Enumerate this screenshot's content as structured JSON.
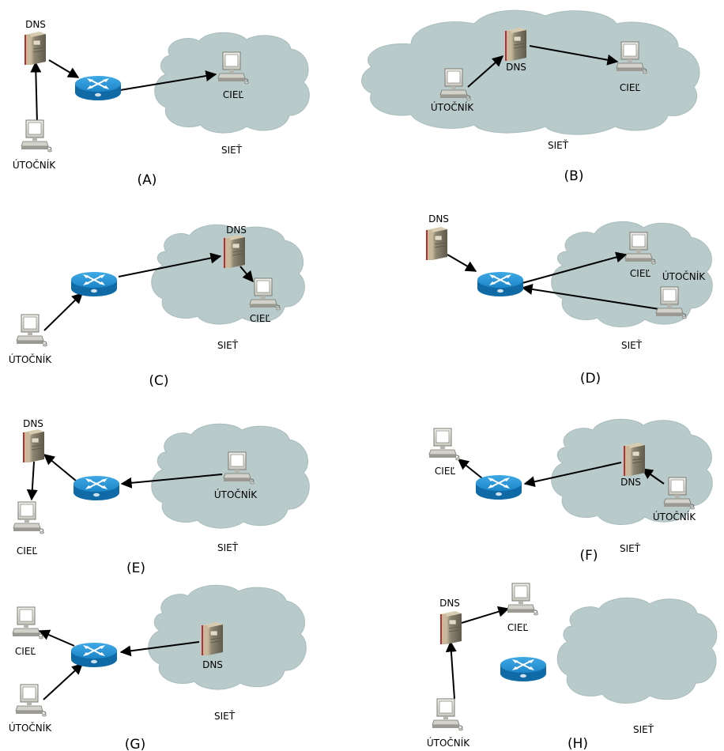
{
  "labels": {
    "dns": "DNS",
    "attacker": "ÚTOČNÍK",
    "target": "CIEĽ",
    "network": "SIEŤ"
  },
  "panels": [
    {
      "id": "A",
      "caption": "(A)"
    },
    {
      "id": "B",
      "caption": "(B)"
    },
    {
      "id": "C",
      "caption": "(C)"
    },
    {
      "id": "D",
      "caption": "(D)"
    },
    {
      "id": "E",
      "caption": "(E)"
    },
    {
      "id": "F",
      "caption": "(F)"
    },
    {
      "id": "G",
      "caption": "(G)"
    },
    {
      "id": "H",
      "caption": "(H)"
    }
  ],
  "icons": {
    "server": "server-icon",
    "router": "router-icon",
    "computer": "computer-icon",
    "cloud": "network-cloud"
  },
  "colors": {
    "cloud_fill": "#b9caca",
    "router_blue": "#1a7fc1",
    "server_body": "#8a8474",
    "arrow": "#000000"
  }
}
